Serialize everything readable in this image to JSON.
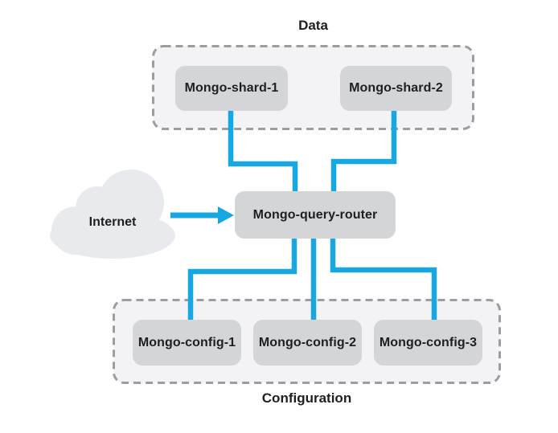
{
  "colors": {
    "connector_blue": "#17a8e3",
    "node_fill": "#d3d5d7",
    "group_fill": "#f3f3f5",
    "group_border": "#9b9ea1",
    "cloud_fill": "#e8eaed",
    "text": "#1f1f1f"
  },
  "groups": {
    "data": {
      "label": "Data"
    },
    "configuration": {
      "label": "Configuration"
    }
  },
  "nodes": {
    "shard1": {
      "label": "Mongo-shard-1"
    },
    "shard2": {
      "label": "Mongo-shard-2"
    },
    "router": {
      "label": "Mongo-query-router"
    },
    "config1": {
      "label": "Mongo-config-1"
    },
    "config2": {
      "label": "Mongo-config-2"
    },
    "config3": {
      "label": "Mongo-config-3"
    }
  },
  "internet": {
    "label": "Internet"
  }
}
